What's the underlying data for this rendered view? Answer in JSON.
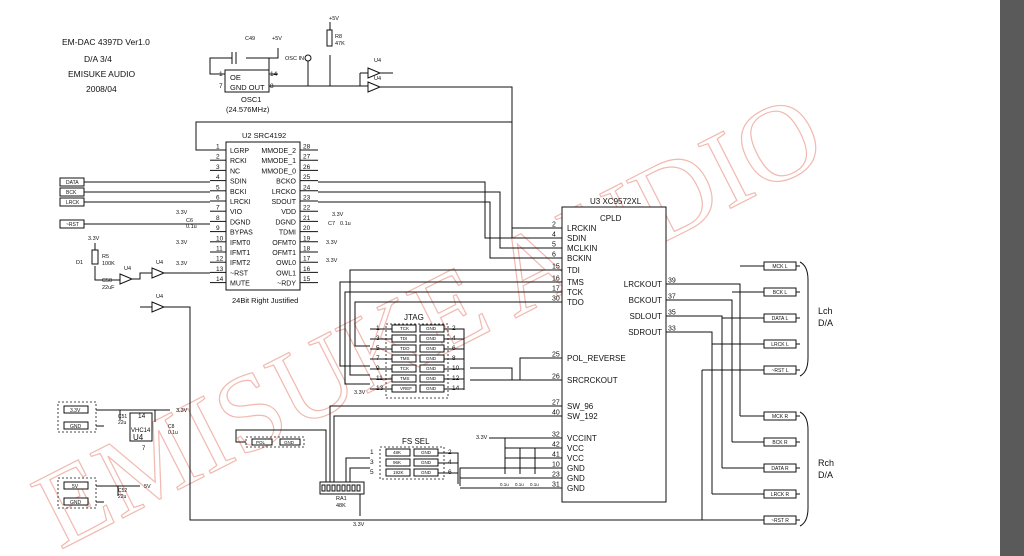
{
  "title_block": {
    "line1": "EM-DAC 4397D Ver1.0",
    "line2": "D/A 3/4",
    "line3": "EMISUKE AUDIO",
    "line4": "2008/04"
  },
  "watermark": "EMISUKE AUDIO",
  "osc": {
    "ref": "OSC1",
    "freq": "(24.576MHz)",
    "pin_oe": "OE",
    "pin_gnd_out": "GND  OUT",
    "pin14": "14",
    "pin7": "7",
    "pin8": "8",
    "pin1": "1",
    "cap": "C49",
    "plus5v": "+5V",
    "r": "R8",
    "r_val": "47K",
    "osc_in": "OSC IN",
    "plus5v_b": "+5V"
  },
  "u2": {
    "title": "U2 SRC4192",
    "footer": "24Bit Right Justified",
    "left_pins": [
      {
        "name": "LGRP",
        "num": "1"
      },
      {
        "name": "RCKI",
        "num": "2"
      },
      {
        "name": "NC",
        "num": "3"
      },
      {
        "name": "SDIN",
        "num": "4"
      },
      {
        "name": "BCKI",
        "num": "5"
      },
      {
        "name": "LRCKI",
        "num": "6"
      },
      {
        "name": "VIO",
        "num": "7"
      },
      {
        "name": "DGND",
        "num": "8"
      },
      {
        "name": "BYPAS",
        "num": "9"
      },
      {
        "name": "IFMT0",
        "num": "10"
      },
      {
        "name": "IFMT1",
        "num": "11"
      },
      {
        "name": "IFMT2",
        "num": "12"
      },
      {
        "name": "~RST",
        "num": "13"
      },
      {
        "name": "MUTE",
        "num": "14"
      }
    ],
    "right_pins": [
      {
        "name": "MMODE_2",
        "num": "28"
      },
      {
        "name": "MMODE_1",
        "num": "27"
      },
      {
        "name": "MMODE_0",
        "num": "26"
      },
      {
        "name": "BCKO",
        "num": "25"
      },
      {
        "name": "LRCKO",
        "num": "24"
      },
      {
        "name": "SDOUT",
        "num": "23"
      },
      {
        "name": "VDD",
        "num": "22"
      },
      {
        "name": "DGND",
        "num": "21"
      },
      {
        "name": "TDMI",
        "num": "20"
      },
      {
        "name": "OFMT0",
        "num": "19"
      },
      {
        "name": "OFMT1",
        "num": "18"
      },
      {
        "name": "OWL0",
        "num": "17"
      },
      {
        "name": "OWL1",
        "num": "16"
      },
      {
        "name": "~RDY",
        "num": "15"
      }
    ]
  },
  "u3": {
    "title": "U3 XC9572XL",
    "subtitle": "CPLD",
    "left_pins": [
      {
        "name": "LRCKIN",
        "num": "2"
      },
      {
        "name": "SDIN",
        "num": "4"
      },
      {
        "name": "MCLKIN",
        "num": "5"
      },
      {
        "name": "BCKIN",
        "num": "6"
      },
      {
        "name": "TDI",
        "num": "15"
      },
      {
        "name": "TMS",
        "num": "16"
      },
      {
        "name": "TCK",
        "num": "17"
      },
      {
        "name": "TDO",
        "num": "30"
      },
      {
        "name": "POL_REVERSE",
        "num": "25"
      },
      {
        "name": "SRCRCKOUT",
        "num": "26"
      },
      {
        "name": "SW_96",
        "num": "27"
      },
      {
        "name": "SW_192",
        "num": "40"
      },
      {
        "name": "VCCINT",
        "num": "32"
      },
      {
        "name": "VCC",
        "num": "42"
      },
      {
        "name": "VCC",
        "num": "41"
      },
      {
        "name": "GND",
        "num": "10"
      },
      {
        "name": "GND",
        "num": "23"
      },
      {
        "name": "GND",
        "num": "31"
      }
    ],
    "right_pins": [
      {
        "name": "LRCKOUT",
        "num": "39"
      },
      {
        "name": "BCKOUT",
        "num": "37"
      },
      {
        "name": "SDLOUT",
        "num": "35"
      },
      {
        "name": "SDROUT",
        "num": "33"
      }
    ]
  },
  "input_nets": [
    "DATA",
    "BCK",
    "LRCK",
    "~RST"
  ],
  "vrail": "3.3V",
  "jtag": {
    "title": "JTAG",
    "rows": [
      {
        "l": "1",
        "sig": "TCK",
        "gnd": "GND",
        "r": "2"
      },
      {
        "l": "3",
        "sig": "TDI",
        "gnd": "GND",
        "r": "4"
      },
      {
        "l": "5",
        "sig": "TDO",
        "gnd": "GND",
        "r": "6"
      },
      {
        "l": "7",
        "sig": "TMS",
        "gnd": "GND",
        "r": "8"
      },
      {
        "l": "9",
        "sig": "TCK",
        "gnd": "GND",
        "r": "10"
      },
      {
        "l": "11",
        "sig": "TMS",
        "gnd": "GND",
        "r": "12"
      },
      {
        "l": "13",
        "sig": "VREF",
        "gnd": "GND",
        "r": "14"
      }
    ]
  },
  "fs_sel": {
    "title": "FS SEL",
    "rows": [
      {
        "l": "1",
        "sig": "48K",
        "gnd": "GND",
        "r": "2"
      },
      {
        "l": "3",
        "sig": "96K",
        "gnd": "GND",
        "r": "4"
      },
      {
        "l": "5",
        "sig": "192K",
        "gnd": "GND",
        "r": "6"
      }
    ]
  },
  "pol": {
    "sig": "POL",
    "gnd": "GND"
  },
  "ra": {
    "ref": "RA1",
    "val": "48K"
  },
  "lch": {
    "label": "Lch",
    "sub": "D/A",
    "nets": [
      "MCK L",
      "BCK L",
      "DATA L",
      "LRCK L",
      "~RST L"
    ]
  },
  "rch": {
    "label": "Rch",
    "sub": "D/A",
    "nets": [
      "MCK R",
      "BCK R",
      "DATA R",
      "LRCK R",
      "~RST R"
    ]
  },
  "power": {
    "p33": "3.3V",
    "gnd": "GND",
    "u4_part": "VHC14",
    "u4_ref": "U4",
    "pin14": "14",
    "pin7": "7",
    "c_a": "C51",
    "c_a_val": "22u",
    "c_b": "C8",
    "c_b_val": "0.1u",
    "p5": "5V",
    "c_c": "C52",
    "c_c_val": "22u",
    "p5v": "5V"
  },
  "misc": {
    "u4": "U4",
    "r5": "R5",
    "r5_val": "100K",
    "d1": "D1",
    "c50": "C50",
    "c50_val": "22uF",
    "c6": "C6",
    "c6_val": "0.1u",
    "c7": "C7",
    "c7_val": "0.1u",
    "c_cpld": "0.1u"
  }
}
